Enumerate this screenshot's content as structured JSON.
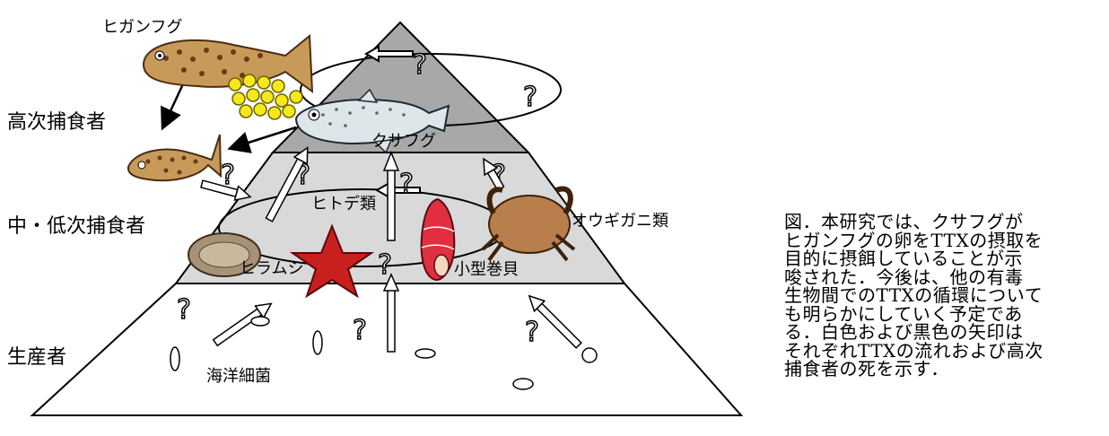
{
  "labels": {
    "tiers": {
      "top": "高次捕食者",
      "middle": "中・低次捕食者",
      "producer": "生産者"
    },
    "organisms": {
      "higanfugu": "ヒガンフグ",
      "kusafugu": "クサフグ",
      "hitode": "ヒトデ類",
      "ougigani": "オウギガニ類",
      "hiramushi": "ヒラムシ",
      "kogatamakigai": "小型巻貝",
      "kaiyousaikin": "海洋細菌"
    },
    "question_mark": "?"
  },
  "caption": {
    "lines": [
      "図．本研究では、クサフグが",
      "ヒガンフグの卵をTTXの摂取を",
      "目的に摂餌していることが示",
      "唆された．今後は、他の有毒",
      "生物間でのTTXの循環について",
      "も明らかにしていく予定であ",
      "る．白色および黒色の矢印は",
      "それぞれTTXの流れおよび高次",
      "捕食者の死を示す．"
    ]
  },
  "colors": {
    "top_tier": "#a8a8a8",
    "middle_tier": "#d9d9d9",
    "producer_tier": "#ffffff",
    "starfish": "#c8201e",
    "crab": "#b87e4c",
    "egg": "#f5e81c",
    "pufferfish_spots": "#7a4a22"
  },
  "icons": [
    "pufferfish-icon",
    "egg-cluster-icon",
    "starfish-icon",
    "crab-icon",
    "snail-icon",
    "flatworm-icon",
    "bacterium-icon",
    "question-icon",
    "white-arrow-icon",
    "black-arrow-icon"
  ]
}
